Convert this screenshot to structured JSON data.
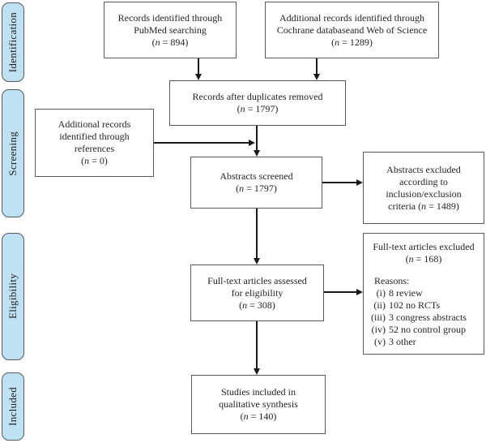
{
  "colors": {
    "stage_fill": "#bee1f3",
    "stage_border": "#58595b",
    "box_border": "#58595b",
    "text_color": "#231f20",
    "arrow_color": "#1c1b1b"
  },
  "sidebar": {
    "stages": [
      {
        "label": "Identification"
      },
      {
        "label": "Screening"
      },
      {
        "label": "Eligibility"
      },
      {
        "label": "Included"
      }
    ]
  },
  "boxes": {
    "pubmed": {
      "lines": [
        "Records identified through",
        "PubMed searching"
      ],
      "n_line": "(n = 894)"
    },
    "cochrane": {
      "lines": [
        "Additional records identified through",
        "Cochrane databaseand Web of Science"
      ],
      "n_line": "(n = 1289)"
    },
    "duplicates": {
      "lines": [
        "Records after duplicates removed"
      ],
      "n_line": "(n = 1797)"
    },
    "references": {
      "lines": [
        "Additional records",
        "identified through",
        "references"
      ],
      "n_line": "(n = 0)"
    },
    "abstracts_screened": {
      "lines": [
        "Abstracts screened"
      ],
      "n_line": "(n = 1797)"
    },
    "abstracts_excluded": {
      "lines": [
        "Abstracts excluded",
        "according to",
        "inclusion/exclusion",
        "criteria (n = 1489)"
      ]
    },
    "fulltext_assessed": {
      "lines": [
        "Full-text articles assessed",
        "for eligibility"
      ],
      "n_line": "(n = 308)"
    },
    "fulltext_excluded": {
      "title_line": "Full-text articles excluded",
      "n_line": "(n = 168)",
      "reasons_label": "Reasons:",
      "reasons": [
        {
          "numeral": "(i)",
          "text": "8 review"
        },
        {
          "numeral": "(ii)",
          "text": "102 no RCTs"
        },
        {
          "numeral": "(iii)",
          "text": "3 congress abstracts"
        },
        {
          "numeral": "(iv)",
          "text": "52 no control group"
        },
        {
          "numeral": "(v)",
          "text": "3 other"
        }
      ]
    },
    "studies_included": {
      "lines": [
        "Studies included in",
        "qualitative synthesis"
      ],
      "n_line": "(n = 140)"
    }
  }
}
